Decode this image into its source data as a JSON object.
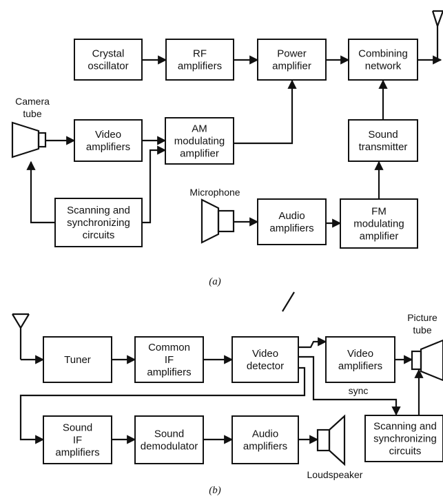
{
  "tx": {
    "crystal": [
      "Crystal",
      "oscillator"
    ],
    "rf": [
      "RF",
      "amplifiers"
    ],
    "power": [
      "Power",
      "amplifier"
    ],
    "combining": [
      "Combining",
      "network"
    ],
    "video": [
      "Video",
      "amplifiers"
    ],
    "am": [
      "AM",
      "modulating",
      "amplifier"
    ],
    "sound": [
      "Sound",
      "transmitter"
    ],
    "scanning": [
      "Scanning and",
      "synchronizing",
      "circuits"
    ],
    "audio": [
      "Audio",
      "amplifiers"
    ],
    "fm": [
      "FM",
      "modulating",
      "amplifier"
    ],
    "camera_label": [
      "Camera",
      "tube"
    ],
    "microphone_label": "Microphone",
    "caption": "(a)"
  },
  "rx": {
    "tuner": [
      "Tuner"
    ],
    "common_if": [
      "Common",
      "IF",
      "amplifiers"
    ],
    "video_det": [
      "Video",
      "detector"
    ],
    "video_amp": [
      "Video",
      "amplifiers"
    ],
    "sound_if": [
      "Sound",
      "IF",
      "amplifiers"
    ],
    "sound_demod": [
      "Sound",
      "demodulator"
    ],
    "audio": [
      "Audio",
      "amplifiers"
    ],
    "scanning": [
      "Scanning and",
      "synchronizing",
      "circuits"
    ],
    "picture_label": [
      "Picture",
      "tube"
    ],
    "sync_label": "sync",
    "loudspeaker_label": "Loudspeaker",
    "caption": "(b)"
  }
}
